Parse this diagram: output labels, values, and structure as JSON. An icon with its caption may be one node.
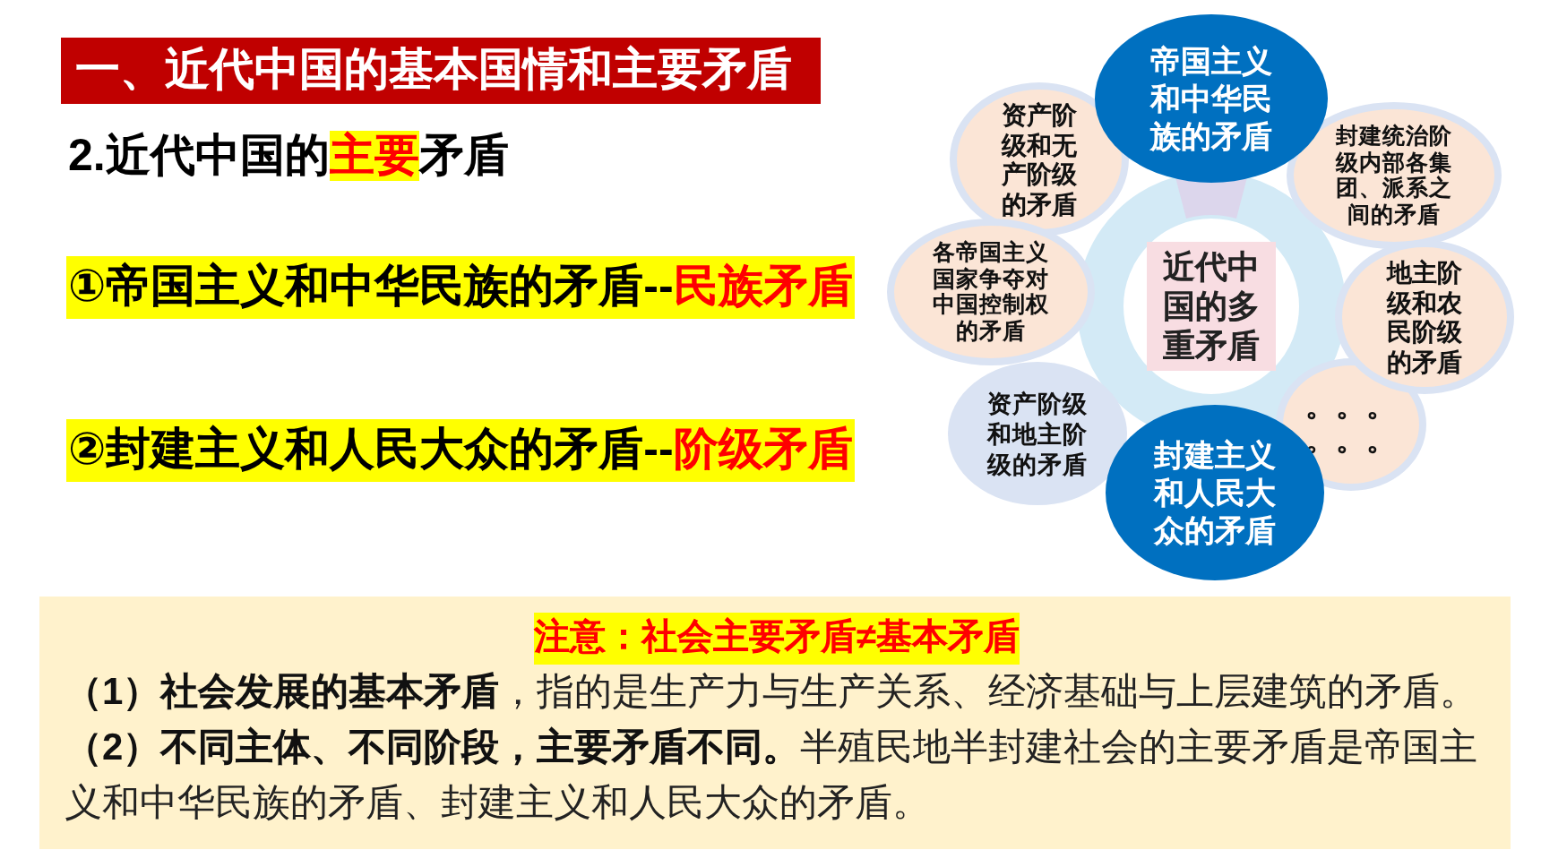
{
  "diagram": {
    "title": "一、近代中国的基本国情和主要矛盾",
    "nodes": [
      {
        "text": [
          "帝国主义和中华民族的矛盾"
        ]
      },
      {
        "text": [
          "资产阶级和无产阶级的矛盾"
        ]
      },
      {
        "text": [
          "封建统治阶级内部各集团、派系之间的矛盾"
        ]
      },
      {
        "text": [
          "各帝国主义国家争夺对中国控制权的矛盾"
        ]
      },
      {
        "text": [
          "近代中国的多重矛盾"
        ]
      },
      {
        "text": [
          "地主阶级和农民阶级的矛盾"
        ]
      },
      {
        "text": [
          "资产阶级和地主阶级的矛盾"
        ]
      },
      {
        "text": [
          "。。。。。。"
        ]
      },
      {
        "text": [
          "封建主义和人民大众的矛盾"
        ]
      },
      {
        "text": [
          "注意：社会主要矛盾≠基本矛盾",
          "**（1）社会发展的基本矛盾**，指的是生产力与生产关系、经济基础与上层建筑的矛盾。",
          "**（2）不同主体、不同阶段，主要矛盾不同。**半殖民地半封建社会的主要矛盾是帝国主义和中华民族的矛盾、封建主义和人民大众的矛盾。"
        ]
      }
    ],
    "labels": [
      "2.近代中国的**主要**矛盾",
      "①帝国主义和中华民族的矛盾--**民族矛盾**",
      "②封建主义和人民大众的矛盾--**阶级矛盾**"
    ]
  }
}
